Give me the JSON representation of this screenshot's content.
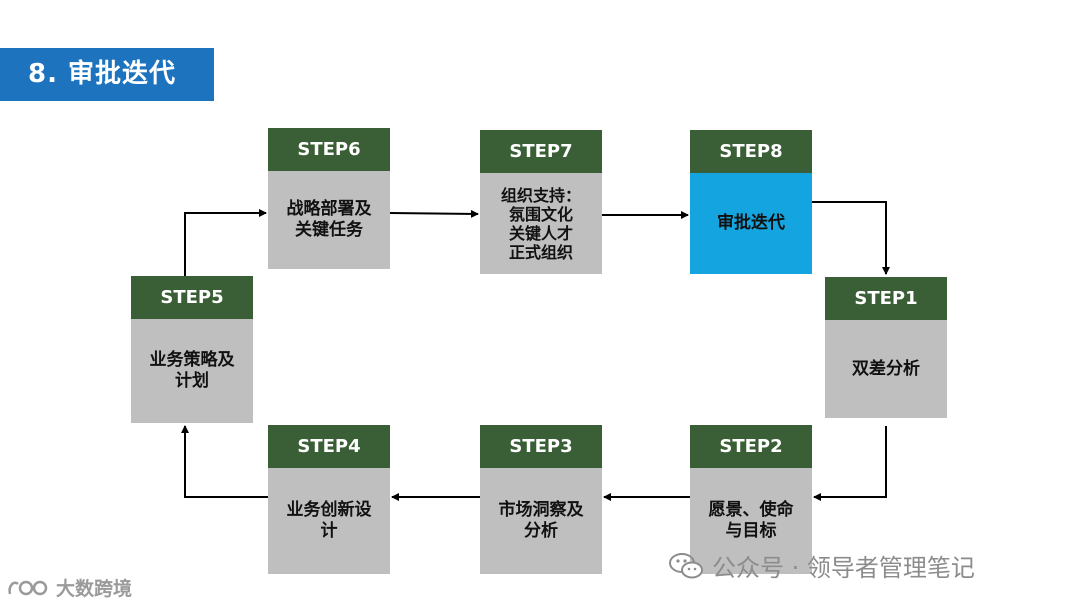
{
  "title": "8. 审批迭代",
  "steps": [
    {
      "label": "STEP1",
      "text": "双差分析",
      "active": false
    },
    {
      "label": "STEP2",
      "text": "愿景、使命\n与目标",
      "active": false
    },
    {
      "label": "STEP3",
      "text": "市场洞察及\n分析",
      "active": false
    },
    {
      "label": "STEP4",
      "text": "业务创新设\n计",
      "active": false
    },
    {
      "label": "STEP5",
      "text": "业务策略及\n计划",
      "active": false
    },
    {
      "label": "STEP6",
      "text": "战略部署及\n关键任务",
      "active": false
    },
    {
      "label": "STEP7",
      "text": "组织支持：\n氛围文化\n关键人才\n正式组织",
      "active": false
    },
    {
      "label": "STEP8",
      "text": "审批迭代",
      "active": true
    }
  ],
  "watermark_left": "大数跨境",
  "watermark_right": "公众号 · 领导者管理笔记",
  "colors": {
    "title_bg": "#1e73be",
    "step_header": "#3a5e35",
    "step_body": "#bfbfbf",
    "step_active": "#14a5e0",
    "connector": "#000000"
  }
}
